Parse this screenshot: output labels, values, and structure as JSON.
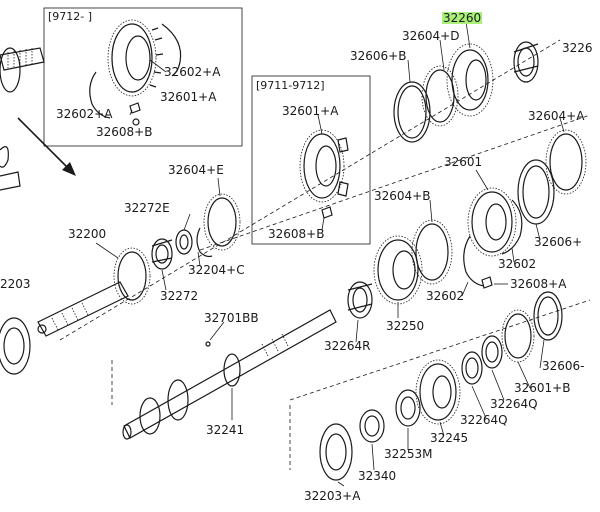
{
  "inset_boxes": {
    "left": {
      "date_range": "[9712-         ]"
    },
    "right": {
      "date_range": "[9711-9712]"
    }
  },
  "highlight_color": "#a9ef7a",
  "highlighted_part": "32260",
  "labels": {
    "p32260": "32260",
    "p32604_d": "32604+D",
    "p3226_top": "3226",
    "p32606_b": "32606+B",
    "p32602_a_top": "32602+A",
    "p32602_a_left": "32602+A",
    "p32601_a_left": "32601+A",
    "p32608_b_left": "32608+B",
    "p32601_a_right": "32601+A",
    "p32608_b_right": "32608+B",
    "p32604_e": "32604+E",
    "p32272e": "32272E",
    "p32200": "32200",
    "p32204_c": "32204+C",
    "p32272": "32272",
    "p32203": "2203",
    "p32604_b": "32604+B",
    "p32601": "32601",
    "p32604_a": "32604+A",
    "p32606_plus": "32606+",
    "p32602_mid": "32602",
    "p32602_low": "32602",
    "p32608_a": "32608+A",
    "p32701bb": "32701BB",
    "p32250": "32250",
    "p32264r": "32264R",
    "p32606_low": "32606-",
    "p32601_b": "32601+B",
    "p32264q_a": "32264Q",
    "p32264q_b": "32264Q",
    "p32241": "32241",
    "p32245": "32245",
    "p32253m": "32253M",
    "p32340": "32340",
    "p32203_a": "32203+A"
  }
}
